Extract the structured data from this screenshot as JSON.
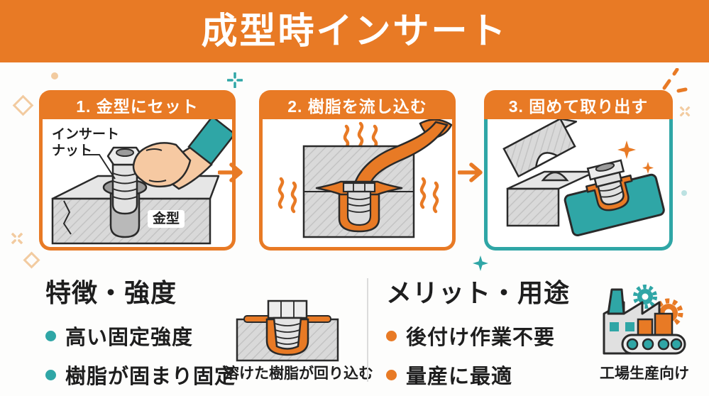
{
  "title": "成型時インサート",
  "panels": [
    {
      "header": "1. 金型にセット",
      "label_insert_nut_line1": "インサート",
      "label_insert_nut_line2": "ナット",
      "label_mold": "金型"
    },
    {
      "header": "2. 樹脂を流し込む"
    },
    {
      "header": "3. 固めて取り出す"
    }
  ],
  "features": {
    "heading": "特徴・強度",
    "items": [
      "高い固定強度",
      "樹脂が固まり固定"
    ]
  },
  "merits": {
    "heading": "メリット・用途",
    "items": [
      "後付け作業不要",
      "量産に最適"
    ]
  },
  "center": {
    "caption": "溶けた樹脂が回り込む"
  },
  "factory": {
    "label": "工場生産向け"
  },
  "colors": {
    "orange": "#E87A25",
    "teal": "#2FA6A6",
    "light_orange": "#F2CBA0",
    "gray_fill": "#D9D9D9",
    "text": "#1E1E1E"
  }
}
